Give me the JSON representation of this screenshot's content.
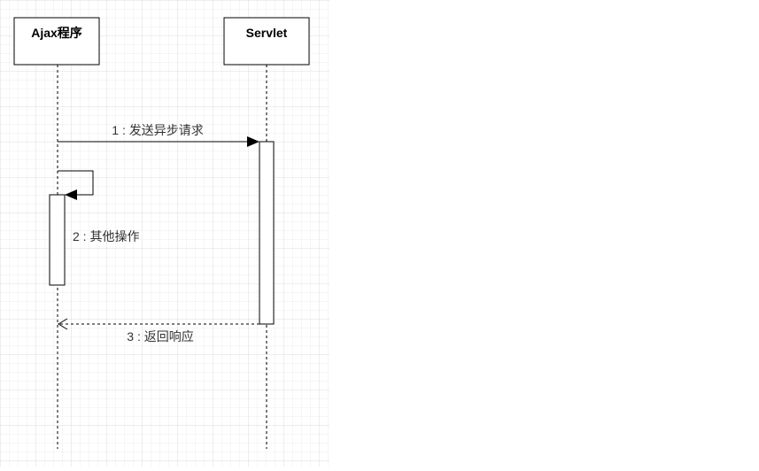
{
  "diagram": {
    "actors": [
      {
        "id": "ajax",
        "label": "Ajax程序"
      },
      {
        "id": "servlet",
        "label": "Servlet"
      }
    ],
    "messages": [
      {
        "id": "m1",
        "from": "ajax",
        "to": "servlet",
        "kind": "sync",
        "label": "1 : 发送异步请求"
      },
      {
        "id": "m2",
        "from": "ajax",
        "to": "ajax",
        "kind": "self",
        "label": "2 : 其他操作"
      },
      {
        "id": "m3",
        "from": "servlet",
        "to": "ajax",
        "kind": "return",
        "label": "3 : 返回响应"
      }
    ]
  },
  "colors": {
    "grid": "#e6e6e6",
    "line": "#000000",
    "text": "#333333",
    "box_fill": "#ffffff"
  }
}
